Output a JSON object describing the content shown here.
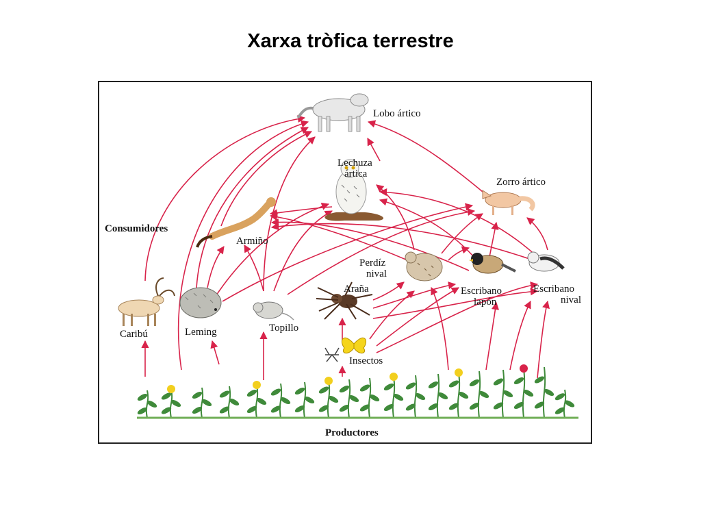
{
  "title": "Xarxa tròfica terrestre",
  "diagram": {
    "groups": {
      "consumers": "Consumidores",
      "producers": "Productores"
    },
    "nodes": {
      "lobo": [
        "Lobo ártico"
      ],
      "lechuza": [
        "Lechuza",
        "ártica"
      ],
      "zorro": [
        "Zorro ártico"
      ],
      "armino": [
        "Armiño"
      ],
      "perdiz": [
        "Perdíz",
        "nival"
      ],
      "arana": [
        "Araña"
      ],
      "lapon": [
        "Escribano",
        "lapón"
      ],
      "nival": [
        "Escribano",
        "nival"
      ],
      "caribu": [
        "Caribú"
      ],
      "leming": [
        "Leming"
      ],
      "topillo": [
        "Topillo"
      ],
      "insectos": [
        "Insectos"
      ]
    },
    "arrow_color": "#d8234a",
    "plant_color": "#3f8a3a",
    "flower_color": "#f2cf1e"
  }
}
